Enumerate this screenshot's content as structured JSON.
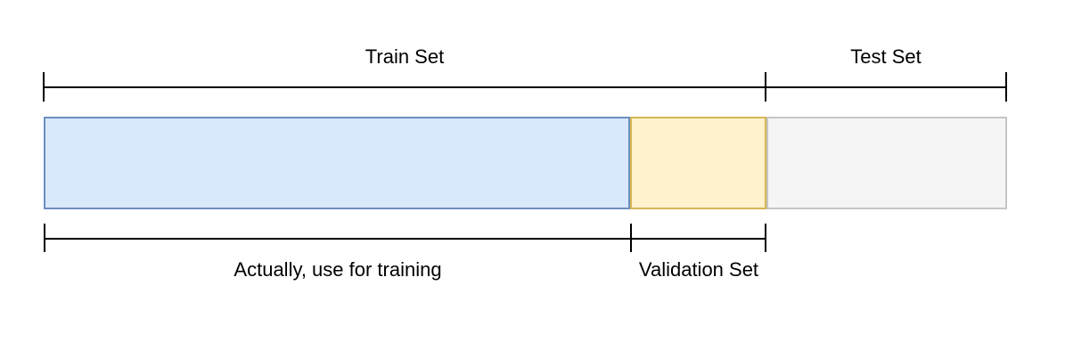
{
  "diagram": {
    "description": "Dataset split diagram showing train, validation and test partitions",
    "top_brackets": [
      {
        "label": "Train Set"
      },
      {
        "label": "Test Set"
      }
    ],
    "bottom_brackets": [
      {
        "label": "Actually, use for training"
      },
      {
        "label": "Validation Set"
      }
    ],
    "segments": [
      {
        "name": "train-portion",
        "fill": "#dae8fc",
        "stroke": "#6c8ebf"
      },
      {
        "name": "validation-portion",
        "fill": "#fff2cc",
        "stroke": "#d6b656"
      },
      {
        "name": "test-portion",
        "fill": "#f5f5f5",
        "stroke": "#c6c6c6"
      }
    ],
    "line_color": "#000000",
    "background_color": "#ffffff"
  }
}
